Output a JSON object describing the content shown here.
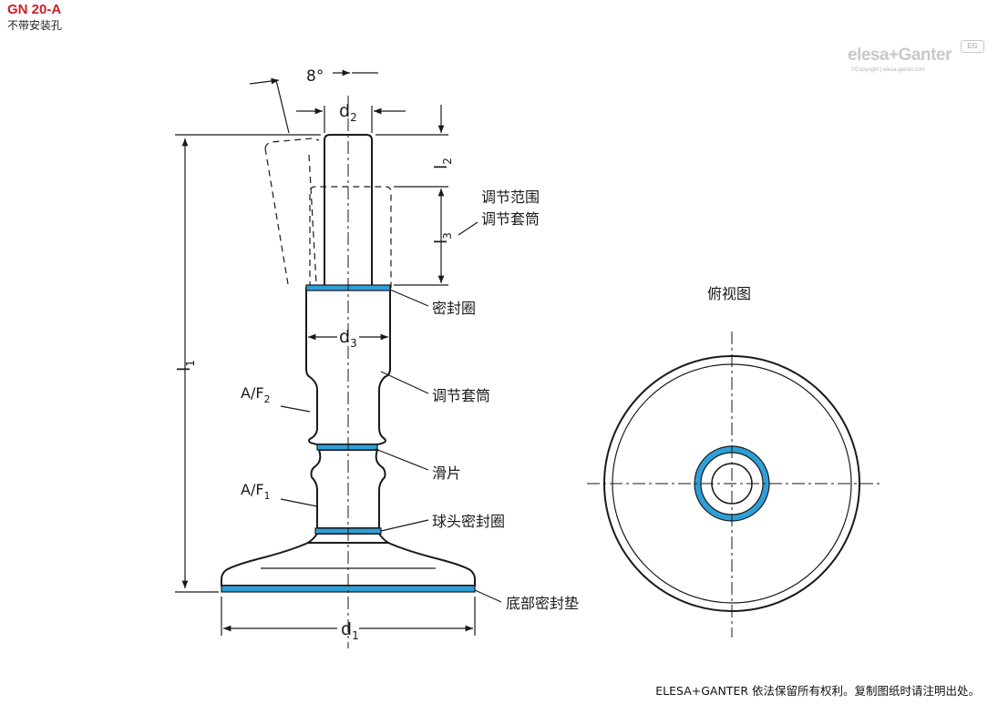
{
  "header": {
    "code": "GN 20-A",
    "subtitle": "不带安装孔"
  },
  "brand": {
    "logo_text": "elesa+Ganter",
    "copyright": "©Copyright | elesa-ganter.com",
    "badge": "EG"
  },
  "labels": {
    "angle": "8°",
    "d1": "d",
    "d1_sub": "1",
    "d2": "d",
    "d2_sub": "2",
    "d3": "d",
    "d3_sub": "3",
    "l1": "l",
    "l1_sub": "1",
    "l2": "l",
    "l2_sub": "2",
    "l3": "l",
    "l3_sub": "3",
    "af2": "A/F",
    "af2_sub": "2",
    "af1": "A/F",
    "af1_sub": "1"
  },
  "callouts": {
    "range_line1": "调节范围",
    "range_line2": "调节套筒",
    "seal_ring": "密封圈",
    "sleeve": "调节套筒",
    "slider": "滑片",
    "ball_seal": "球头密封圈",
    "base_pad": "底部密封垫",
    "top_view": "俯视图"
  },
  "colors": {
    "seal_blue": "#2f9fd8",
    "brand_red": "#cc1f24",
    "line": "#1a1a1a"
  },
  "footer": {
    "notice": "ELESA+GANTER 依法保留所有权利。复制图纸时请注明出处。"
  }
}
